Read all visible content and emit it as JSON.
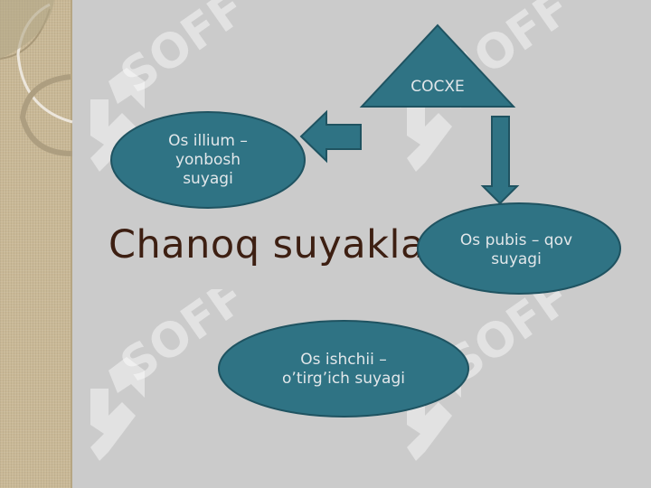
{
  "slide": {
    "title": "Chanoq  suyaklari",
    "colors": {
      "background": "#cbcbcb",
      "shape_fill": "#2f7384",
      "shape_stroke": "#1f5361",
      "label_text": "#e2e7ea",
      "title_text": "#3d1f12",
      "side_panel": "#c9b896"
    }
  },
  "diagram": {
    "triangle": {
      "label": "COCXE"
    },
    "left_ellipse": {
      "label": "Os illium –\nyonbosh\n suyagi"
    },
    "right_ellipse": {
      "label": "Os pubis – qov\nsuyagi"
    },
    "bottom_ellipse": {
      "label": "Os  ishchii –\no’tirg’ich suyagi"
    }
  },
  "watermark": {
    "text": "SOFF",
    "icon": "soff-logo-icon"
  }
}
